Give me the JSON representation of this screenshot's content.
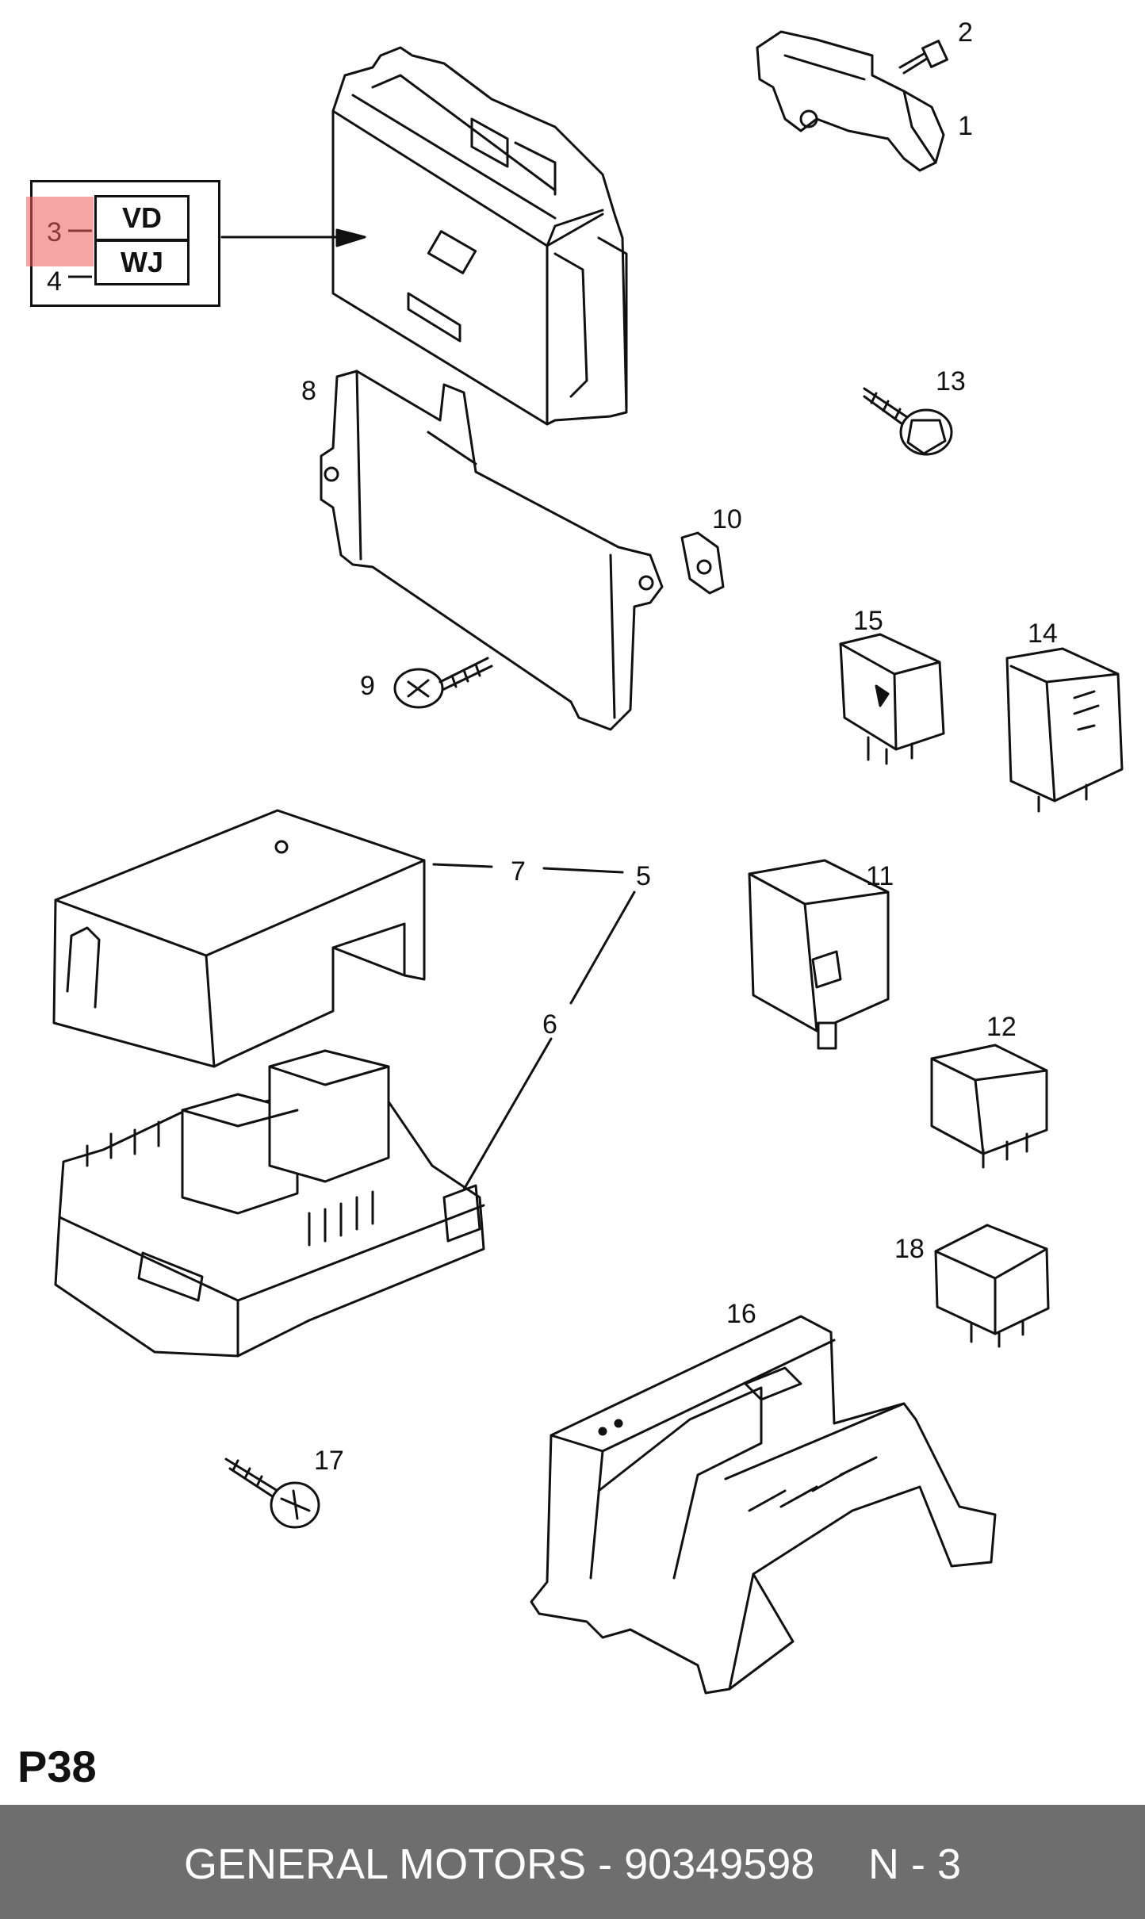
{
  "code_table": {
    "rows": [
      {
        "number": "3",
        "code": "VD"
      },
      {
        "number": "4",
        "code": "WJ"
      }
    ],
    "highlight_color": "#f05a5a"
  },
  "callouts": [
    "1",
    "2",
    "5",
    "6",
    "7",
    "8",
    "9",
    "10",
    "11",
    "12",
    "13",
    "14",
    "15",
    "16",
    "17",
    "18"
  ],
  "page_code": "P38",
  "footer": {
    "label": "GENERAL MOTORS - 90349598",
    "page": "N - 3",
    "background": "#6e6e6e"
  }
}
